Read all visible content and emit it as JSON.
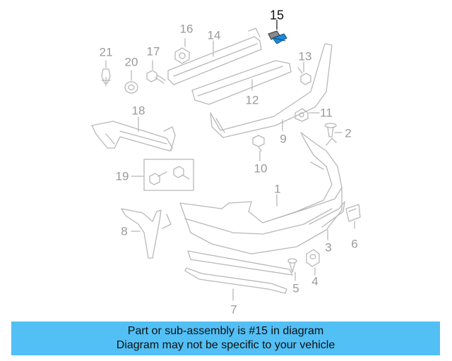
{
  "callouts": {
    "n1": "1",
    "n2": "2",
    "n3": "3",
    "n4": "4",
    "n5": "5",
    "n6": "6",
    "n7": "7",
    "n8": "8",
    "n9": "9",
    "n10": "10",
    "n11": "11",
    "n12": "12",
    "n13": "13",
    "n14": "14",
    "n15": "15",
    "n16": "16",
    "n17": "17",
    "n18": "18",
    "n19": "19",
    "n20": "20",
    "n21": "21"
  },
  "highlight": {
    "part_number": "15",
    "color": "#1e88d8"
  },
  "banner": {
    "line1": "Part or sub-assembly is #15 in diagram",
    "line2": "Diagram may not be specific to your vehicle",
    "background": "#52bff5"
  }
}
